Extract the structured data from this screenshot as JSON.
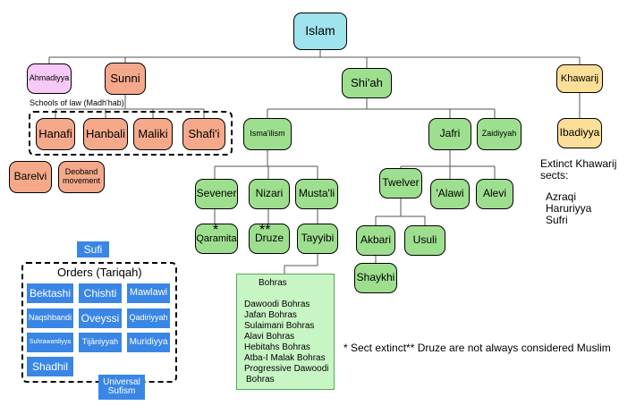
{
  "root": "Islam",
  "branches": {
    "ahmadiyya": "Ahmadiyya",
    "sunni": "Sunni",
    "shia": "Shi'ah",
    "khawarij": "Khawarij"
  },
  "sunni": {
    "schools_label": "Schools of law (Madh'hab)",
    "schools": [
      "Hanafi",
      "Hanbali",
      "Maliki",
      "Shafi'i"
    ],
    "barelvi": "Barelvi",
    "deoband": "Deoband movement"
  },
  "shia": {
    "ismailism": "Isma'ilism",
    "jafri": "Jafri",
    "zaidiyyah": "Zaidiyyah",
    "sevener": "Sevener",
    "nizari": "Nizari",
    "mustali": "Musta'li",
    "qaramita": "Qaramita",
    "druze": "Druze",
    "tayyibi": "Tayyibi",
    "star_single": "*",
    "star_double": "**",
    "twelver": "Twelver",
    "alawi": "'Alawi",
    "alevi": "Alevi",
    "akbari": "Akbari",
    "usuli": "Usuli",
    "shaykhi": "Shaykhi"
  },
  "bohras": {
    "title": "Bohras",
    "items": [
      "Dawoodi Bohras",
      "Jafan Bohras",
      "Sulaimani Bohras",
      "Alavi Bohras",
      "Hebitahs Bohras",
      "Atba-I Malak Bohras",
      "Progressive Dawoodi",
      "Bohras"
    ]
  },
  "khawarij": {
    "ibadiyya": "Ibadiyya",
    "extinct_title_line1": "Extinct Khawarij",
    "extinct_title_line2": "sects:",
    "extinct_sects": [
      "Azraqi",
      "Haruriyya",
      "Sufri"
    ]
  },
  "footnote": "* Sect extinct** Druze are not always considered Muslim",
  "sufi": {
    "title": "Sufi",
    "orders_label": "Orders (Tariqah)",
    "orders": [
      "Bektashi",
      "Chishti",
      "Mawlawi",
      "Naqshbandi",
      "Oveyssi",
      "Qadiriyyah",
      "Suhrawardiyya",
      "Tijāniyyah",
      "Muridiyya",
      "Shadhil"
    ],
    "universal": "Universal Sufism"
  },
  "colors": {
    "root": "#9fe3ec",
    "ahmadiyya": "#f7c9f7",
    "sunni": "#f5a98b",
    "shia": "#9edf8f",
    "khawarij": "#fbdf98",
    "sufi": "#3a86e6",
    "bohras_bg": "#c8f5c4"
  }
}
